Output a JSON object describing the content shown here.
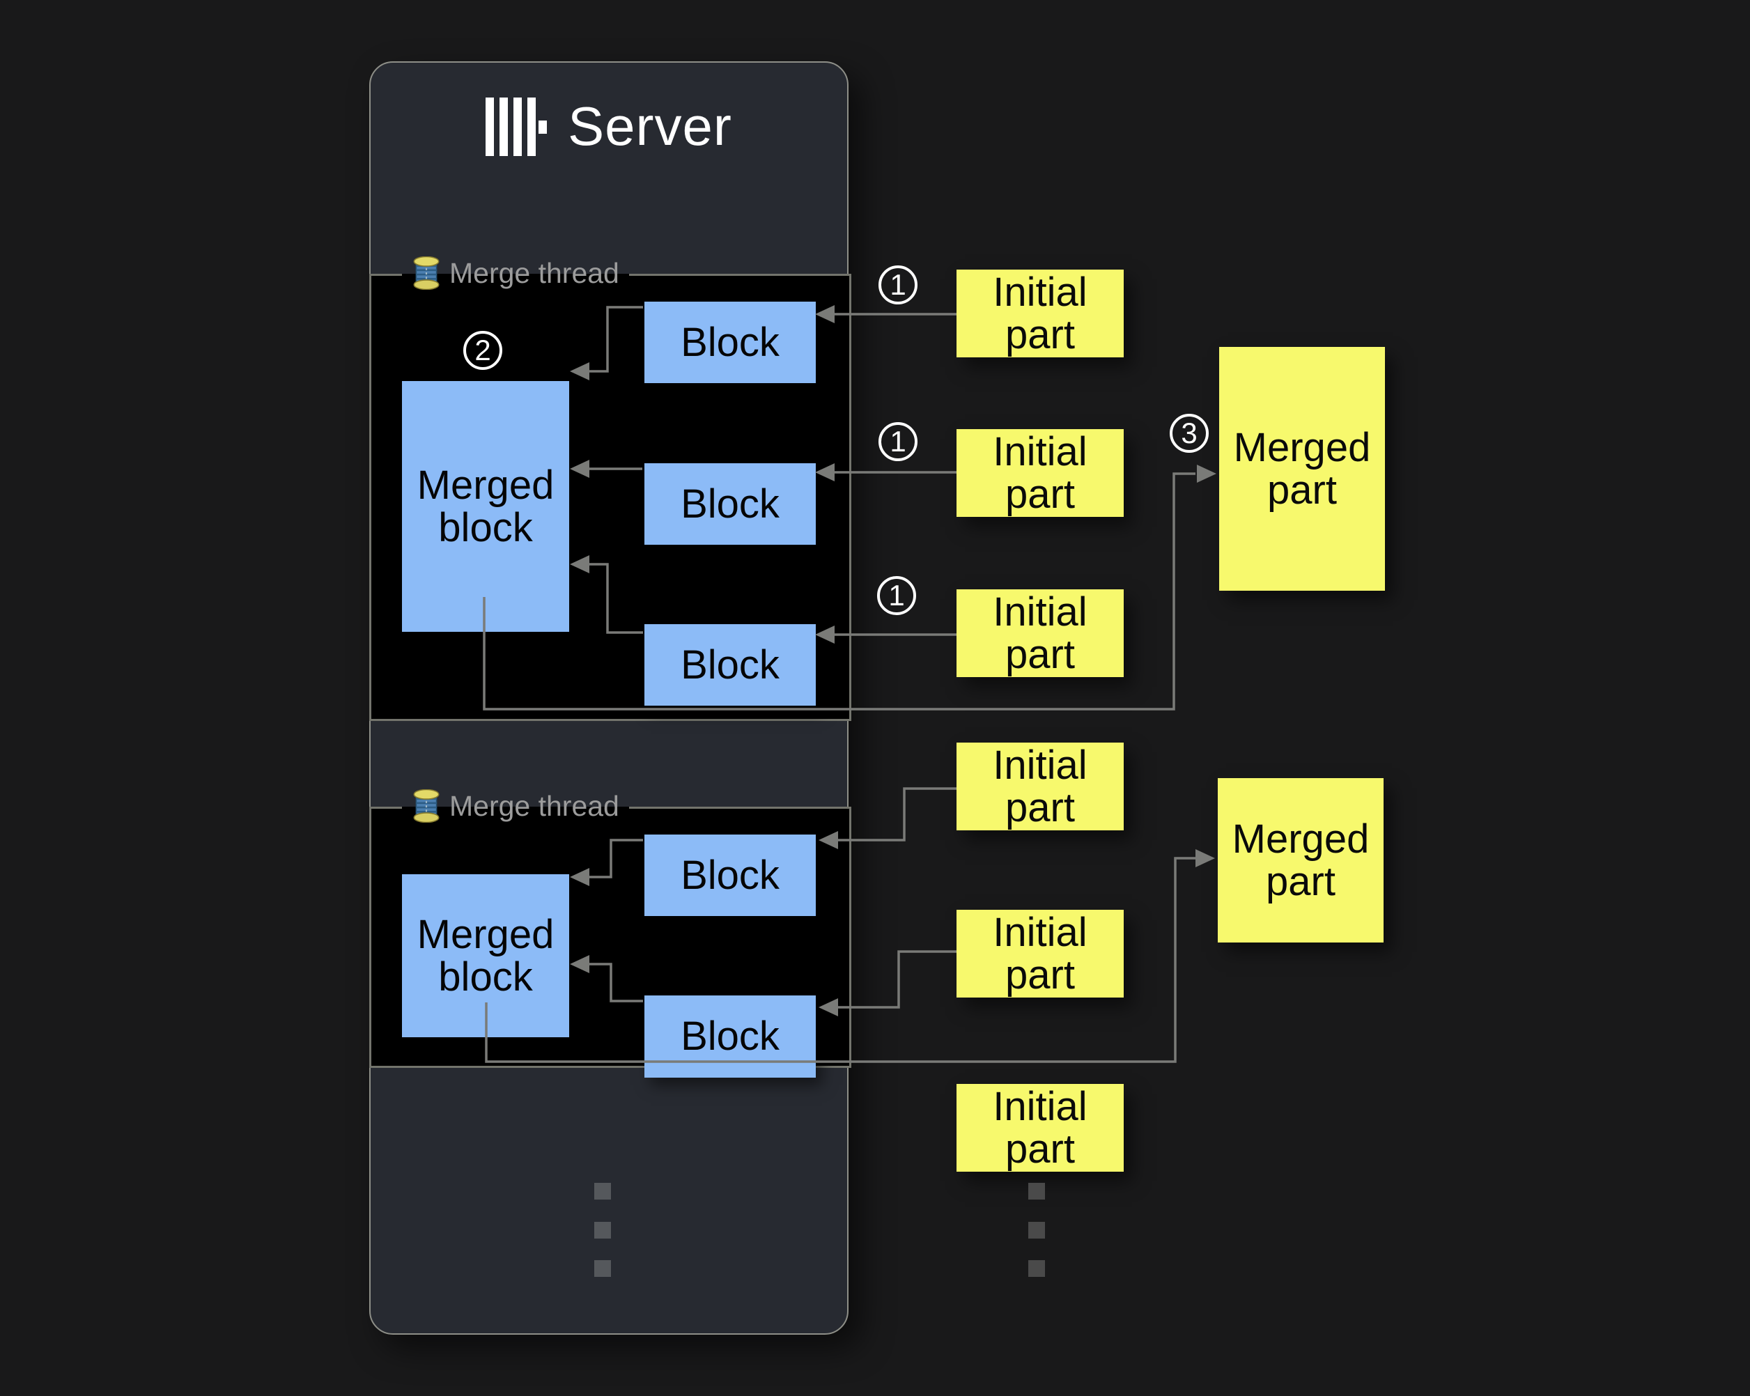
{
  "server": {
    "title": "Server"
  },
  "threads": [
    {
      "label": "Merge thread",
      "merged_block_label": "Merged block",
      "blocks": [
        "Block",
        "Block",
        "Block"
      ]
    },
    {
      "label": "Merge thread",
      "merged_block_label": "Merged block",
      "blocks": [
        "Block",
        "Block"
      ]
    }
  ],
  "parts": {
    "initial": [
      "Initial part",
      "Initial part",
      "Initial part",
      "Initial part",
      "Initial part",
      "Initial part"
    ],
    "merged": [
      "Merged part",
      "Merged part"
    ]
  },
  "steps": {
    "s1": "1",
    "s2": "2",
    "s3": "3"
  },
  "colors": {
    "background": "#19191a",
    "server_bg": "#272a31",
    "panel_bg": "#000000",
    "block_blue": "#8cbbf7",
    "part_yellow": "#f7f96d",
    "arrow_gray": "#7a7b78",
    "thread_label_gray": "#9c9c9c"
  }
}
